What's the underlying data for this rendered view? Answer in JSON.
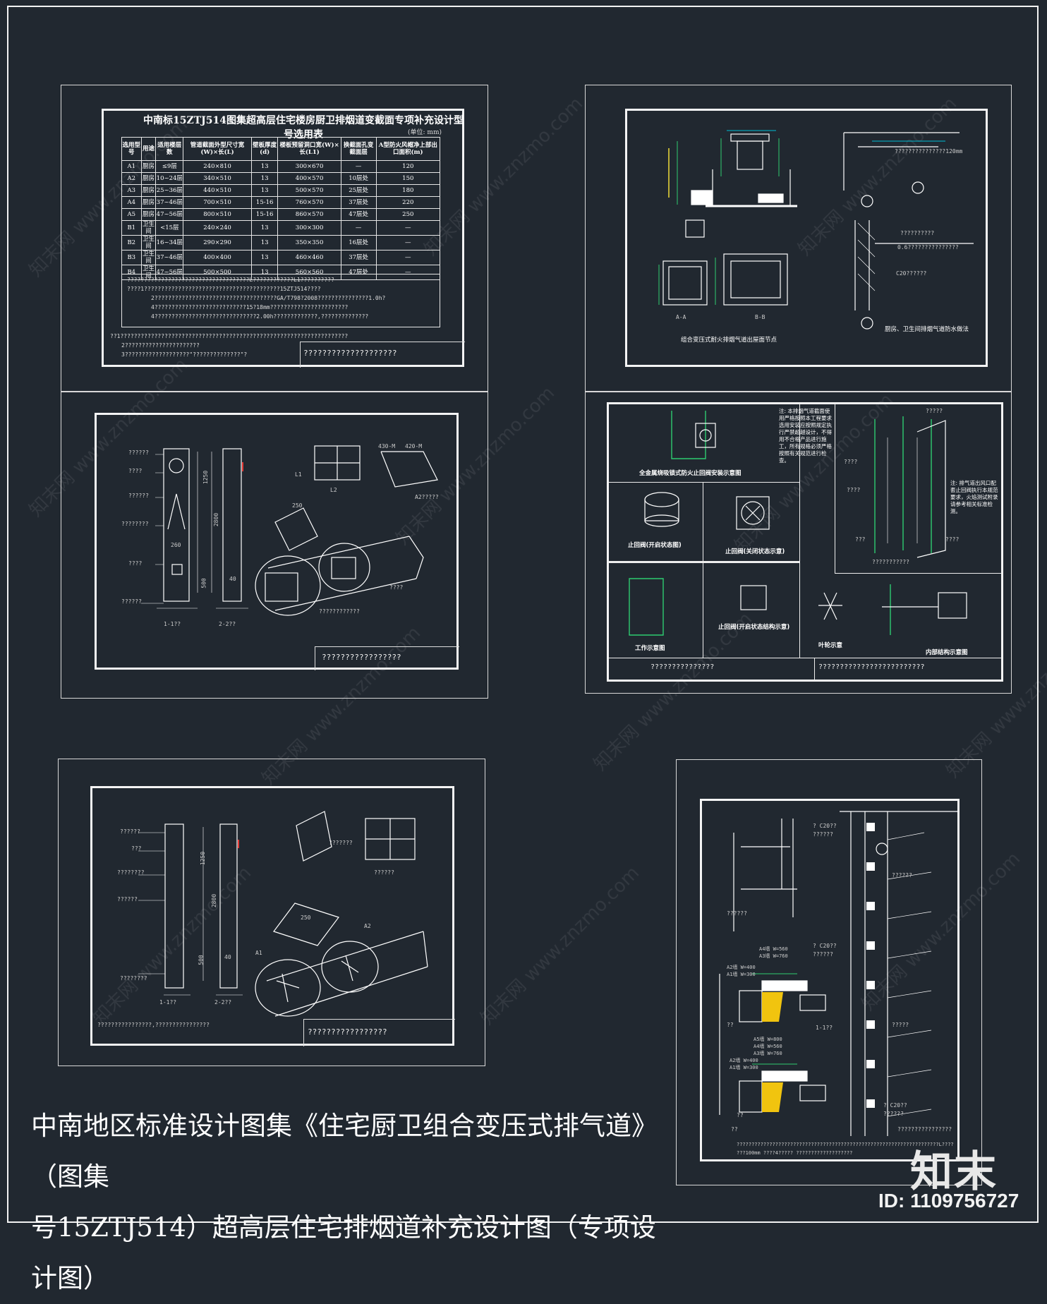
{
  "page_title": "中南地区标准设计图集《住宅厨卫组合变压式排气道》（图集号15ZTJ514）超高层住宅排烟道补充设计图（专项设计图）",
  "title_lines": [
    "中南地区标准设计图集《住宅厨卫组合变压式排气道》（图集",
    "号15ZTJ514）超高层住宅排烟道补充设计图（专项设计图）"
  ],
  "logo_text": "知末",
  "image_id": "ID: 1109756727",
  "watermarks": [
    "知末网 www.znzmo.com",
    "znzmo.com"
  ],
  "sheet1": {
    "table_title": "中南标15ZTJ514图集超高层住宅楼房厨卫排烟道变截面专项补充设计型号选用表",
    "unit": "(单位: mm)",
    "headers": [
      "选用型号",
      "用途",
      "适用楼层数",
      "管道截面外型尺寸宽(W)×长(L)",
      "壁板厚度(d)",
      "楼板预留洞口宽(W)×长(L1)",
      "换截面孔变截面层",
      "A型防火风帽净上部出口面积(m)"
    ],
    "rows": [
      [
        "A1",
        "厨房",
        "≤9层",
        "240×810",
        "13",
        "300×670",
        "—",
        "120"
      ],
      [
        "A2",
        "厨房",
        "10~24层",
        "340×510",
        "13",
        "400×570",
        "10层处",
        "150"
      ],
      [
        "A3",
        "厨房",
        "25~36层",
        "440×510",
        "13",
        "500×570",
        "25层处",
        "180"
      ],
      [
        "A4",
        "厨房",
        "37~46层",
        "700×510",
        "15-16",
        "760×570",
        "37层处",
        "220"
      ],
      [
        "A5",
        "厨房",
        "47~56层",
        "800×510",
        "15-16",
        "860×570",
        "47层处",
        "250"
      ],
      [
        "B1",
        "卫生间",
        "<15层",
        "240×240",
        "13",
        "300×300",
        "—",
        "—"
      ],
      [
        "B2",
        "卫生间",
        "16~34层",
        "290×290",
        "13",
        "350×350",
        "16层处",
        "—"
      ],
      [
        "B3",
        "卫生间",
        "37~46层",
        "400×400",
        "13",
        "460×460",
        "37层处",
        "—"
      ],
      [
        "B4",
        "卫生间",
        "47~56层",
        "500×500",
        "13",
        "560×560",
        "47层处",
        "—"
      ]
    ],
    "notes": [
      "????????????????????????????????????L????????????L1??????????",
      "????1????????????????????????????????????????15ZTJ514????",
      "2????????????????????????????????????GA/T798?2008???????????????1.0h?",
      "4???????????????????????????15?18mm???????????????????????",
      "4??????????????????????????????2.00h?????????????,??????????????"
    ],
    "footnotes": [
      "??1???????????????????????????????????????????????????????????????????",
      "2??????????????????????",
      "3???????????????????\"??????????????\"?"
    ],
    "title_block": "????????????????????"
  },
  "sheet2": {
    "labels": [
      "A-A",
      "B-B",
      "C20??????",
      "0.6???????????????",
      "??????????",
      "???????????????120mm"
    ],
    "captions": [
      "组合变压式耐火排烟气道出屋面节点",
      "厨房、卫生间排烟气道防水做法"
    ]
  },
  "sheet3": {
    "labels": [
      "??????",
      "????",
      "??????",
      "????????",
      "????",
      "??????",
      "1-1??",
      "2-2??",
      "L2",
      "L1",
      "A2?????",
      "????",
      "????????????",
      "1250",
      "2800",
      "500",
      "260",
      "40",
      "250",
      "430-M",
      "420-M"
    ],
    "title_block": "?????????????????"
  },
  "sheet4": {
    "captions": [
      "全金属烧吸锁式防火止回阀安装示意图",
      "止回阀(开启状态图)",
      "止回阀(关闭状态示意)",
      "工作示意图",
      "止回阀(开启状态结构示意)",
      "叶轮示意",
      "内部结构示意图"
    ],
    "note_1": "注: 本排烟气道截面使用严格按照本工程要求选用安装应按照规定执行严禁超越设计，不得用不合格产品进行施工，所有规格必须严格按照有关规范进行检查。",
    "note_2": "注: 排气道出风口配套止回阀执行本规范要求，火焰测试附录请参考相关标准检测。",
    "labels": [
      "???????????",
      "?????",
      "????",
      "????",
      "???",
      "????"
    ],
    "title_block_1": "???????????????",
    "title_block_2": "?????????????????????????"
  },
  "sheet5": {
    "labels": [
      "??????",
      "???",
      "????????",
      "??????",
      "???????",
      "??????",
      "????????",
      "1-1??",
      "2-2??",
      "1250",
      "2800",
      "500",
      "250",
      "40",
      "A2",
      "A1"
    ],
    "footer": "????????????????,????????????????",
    "title_block": "?????????????????"
  },
  "sheet6": {
    "labels": [
      "? C20??",
      "??????",
      "? C20??",
      "??????",
      "A2墙 W=400",
      "A1墙 W=300",
      "A4墙 W=560",
      "A3墙 W=760",
      "A5墙 W=800",
      "A4墙 W=560",
      "A3墙 W=760",
      "A2墙 W=400",
      "A1墙 W=300",
      "? C20??",
      "??????",
      "??????",
      "??????",
      "?????",
      "??",
      "1-1??",
      "????????????????",
      "??",
      "??"
    ],
    "footer_lines": [
      "????????????????????????????????????????????????????????????????????L????",
      "???100mm ????4????? ???????????????????"
    ]
  }
}
